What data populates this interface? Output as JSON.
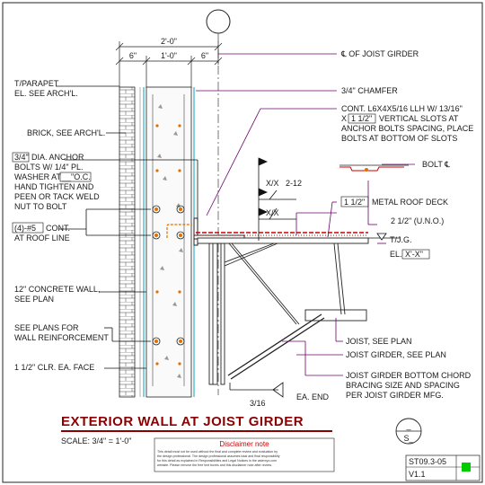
{
  "grid_bubble": "",
  "dimensions": {
    "overall": "2'-0\"",
    "left": "6\"",
    "middle": "1'-0\"",
    "right": "6\""
  },
  "labels": {
    "joist_girder_cl": "℄ OF JOIST GIRDER",
    "parapet": "T/PARAPET",
    "parapet_ref": "EL. SEE ARCH'L.",
    "chamfer": "3/4\" CHAMFER",
    "brick": "BRICK, SEE ARCH'L.",
    "angle_line1": "CONT. L6x4x5/16 LLH W/ 13/16\"",
    "angle_line2_pre": "x",
    "angle_line2_box": "1 1/2\"",
    "angle_line2_post": "VERTICAL SLOTS AT",
    "angle_line3": "ANCHOR BOLTS SPACING, PLACE",
    "angle_line4": "BOLTS AT BOTTOM OF SLOTS",
    "anchor_box": "3/4\"",
    "anchor_line1": "DIA. ANCHOR",
    "anchor_line2": "BOLTS W/ 1/4\" PL.",
    "anchor_line3_pre": "WASHER AT",
    "anchor_line3_box": "__\"o.c.",
    "anchor_line4": "HAND TIGHTEN AND",
    "anchor_line5": "PEEN OR TACK WELD",
    "anchor_line6": "NUT TO BOLT",
    "bolt_cl": "BOLT ℄",
    "weld1": "X/X",
    "weld1_size": "2-12",
    "weld2": "X/X",
    "deck_box": "1 1/2\"",
    "deck_text": "METAL ROOF DECK",
    "deck_depth": "2 1/2\" (U.N.O.)",
    "bars_box": "(4)-#5",
    "bars_text": "CONT.",
    "bars_loc": "AT ROOF LINE",
    "tjg": "T/J.G.",
    "el_pre": "EL.",
    "el_box": "X'-X\"",
    "wall": "12\" CONCRETE WALL,",
    "wall2": "SEE PLAN",
    "reinf": "SEE PLANS FOR",
    "reinf2": "WALL REINFORCEMENT",
    "clr": "1 1/2\" CLR. EA. FACE",
    "joist": "JOIST, SEE PLAN",
    "girder": "JOIST GIRDER, SEE PLAN",
    "bracing1": "JOIST GIRDER BOTTOM CHORD",
    "bracing2": "BRACING SIZE AND SPACING",
    "bracing3": "PER JOIST GIRDER MFG.",
    "weld3": "3/16",
    "weld3_note": "EA. END"
  },
  "title": {
    "main": "EXTERIOR WALL AT JOIST GIRDER",
    "scale": "SCALE: 3/4\" = 1'-0\"",
    "bubble_top": "_",
    "bubble_bottom": "S_"
  },
  "disclaimer": {
    "heading": "Disclaimer note",
    "lines": [
      "This detail must not be used without the final and complete review and evaluation by",
      "the design professional. The design professional assumes total and final responsibility",
      "for this detail as explained in Responsibilities and Legal Notices in the asterxyz.com",
      "website. Please remove the free text boxes and this disclaimer note after review."
    ]
  },
  "sheet": {
    "number": "ST09.3-05",
    "version": "V1.1"
  },
  "colors": {
    "title": "#8b0000",
    "leader": "#6b006b",
    "concrete_edge": "#00a0c0",
    "rebar": "#e07000",
    "deck": "#cc0000",
    "status": "#00cc00"
  }
}
